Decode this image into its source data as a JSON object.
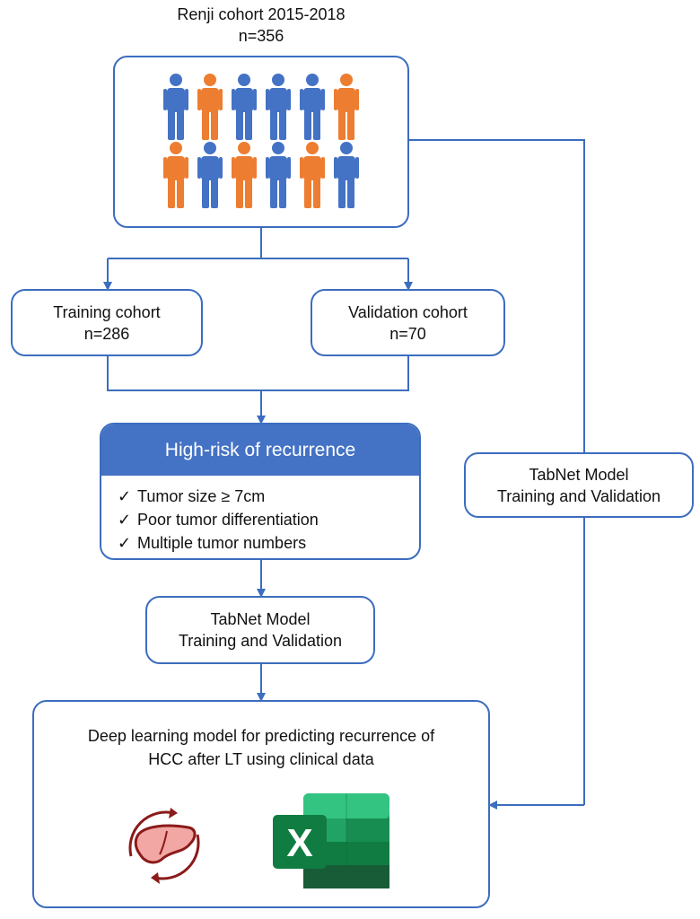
{
  "colors": {
    "border": "#3c6dbf",
    "header": "#4472c4",
    "person_blue": "#4472c4",
    "person_orange": "#ed7d31"
  },
  "cohort": {
    "title_line1": "Renji cohort 2015-2018",
    "title_line2": "n=356",
    "people_row1": [
      "blue",
      "orange",
      "blue",
      "blue",
      "blue",
      "orange"
    ],
    "people_row2": [
      "orange",
      "blue",
      "orange",
      "blue",
      "orange",
      "blue"
    ]
  },
  "training": {
    "line1": "Training cohort",
    "line2": "n=286"
  },
  "validation": {
    "line1": "Validation cohort",
    "line2": "n=70"
  },
  "high_risk": {
    "title": "High-risk of recurrence",
    "check_symbol": "✓",
    "criteria": [
      "Tumor size ≥ 7cm",
      "Poor tumor differentiation",
      "Multiple tumor numbers"
    ]
  },
  "tabnet_center": {
    "line1": "TabNet Model",
    "line2": "Training and Validation"
  },
  "tabnet_right": {
    "line1": "TabNet Model",
    "line2": "Training and Validation"
  },
  "final": {
    "line1": "Deep learning model for predicting recurrence of",
    "line2": "HCC after LT using clinical data",
    "icons": [
      "liver-icon",
      "excel-icon"
    ],
    "excel_letter": "X"
  }
}
